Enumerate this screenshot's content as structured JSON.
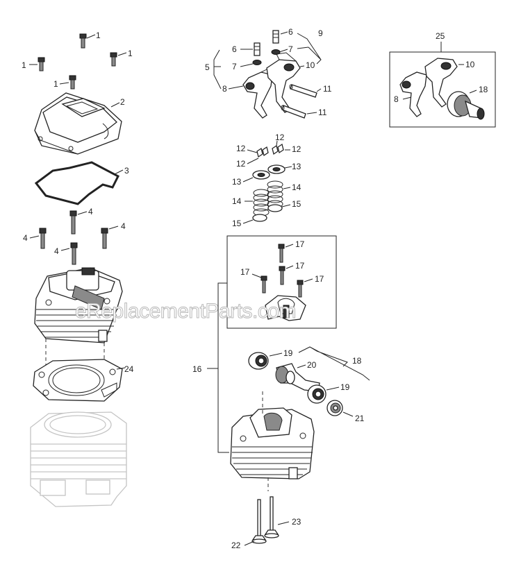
{
  "watermark": "eReplacementParts.com",
  "callouts": {
    "c1a": "1",
    "c1b": "1",
    "c1c": "1",
    "c1d": "1",
    "c2": "2",
    "c3": "3",
    "c4a": "4",
    "c4b": "4",
    "c4c": "4",
    "c4d": "4",
    "c5": "5",
    "c6a": "6",
    "c6b": "6",
    "c7a": "7",
    "c7b": "7",
    "c8a": "8",
    "c8b": "8",
    "c9": "9",
    "c10a": "10",
    "c10b": "10",
    "c11a": "11",
    "c11b": "11",
    "c12a": "12",
    "c12b": "12",
    "c12c": "12",
    "c12d": "12",
    "c13a": "13",
    "c13b": "13",
    "c14a": "14",
    "c14b": "14",
    "c15a": "15",
    "c15b": "15",
    "c16": "16",
    "c17a": "17",
    "c17b": "17",
    "c17c": "17",
    "c17d": "17",
    "c18a": "18",
    "c18b": "18",
    "c19a": "19",
    "c19b": "19",
    "c20": "20",
    "c21": "21",
    "c22": "22",
    "c23": "23",
    "c24": "24",
    "c25": "25"
  }
}
